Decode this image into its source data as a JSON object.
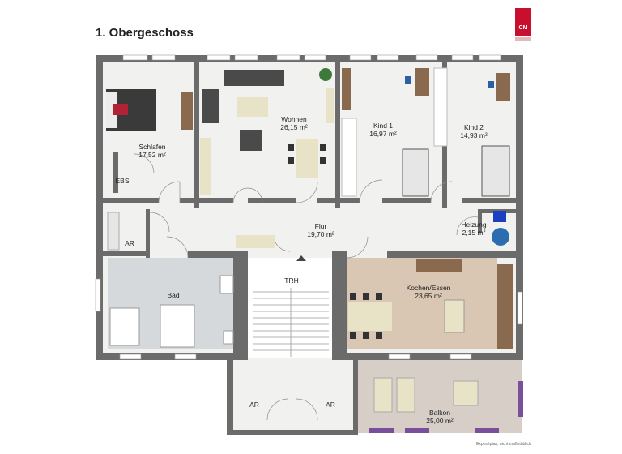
{
  "page": {
    "title": "1. Obergeschoss",
    "logo_text": "CM",
    "note": "Exposéplan, nicht maßstäblich"
  },
  "colors": {
    "wall": "#6b6b6b",
    "floor": "#f1f2f0",
    "bath_tile": "#d6d9db",
    "kitchen_tile": "#d9c6b3",
    "balcony_tile": "#d8cec8",
    "brand": "#c8102e"
  },
  "rooms": {
    "schlafen": {
      "name": "Schlafen",
      "area": "17,52 m²"
    },
    "wohnen": {
      "name": "Wohnen",
      "area": "26,15 m²"
    },
    "kind1": {
      "name": "Kind 1",
      "area": "16,97 m²"
    },
    "kind2": {
      "name": "Kind 2",
      "area": "14,93 m²"
    },
    "ebs": {
      "name": "EBS"
    },
    "flur": {
      "name": "Flur",
      "area": "19,70 m²"
    },
    "heizung": {
      "name": "Heizung",
      "area": "2,15 m²"
    },
    "ar_left": {
      "name": "AR"
    },
    "bad": {
      "name": "Bad"
    },
    "trh": {
      "name": "TRH"
    },
    "kochen": {
      "name": "Kochen/Essen",
      "area": "23,65 m²"
    },
    "ar_bottom_left": {
      "name": "AR"
    },
    "ar_bottom_right": {
      "name": "AR"
    },
    "balkon": {
      "name": "Balkon",
      "area": "25,00 m²"
    }
  }
}
